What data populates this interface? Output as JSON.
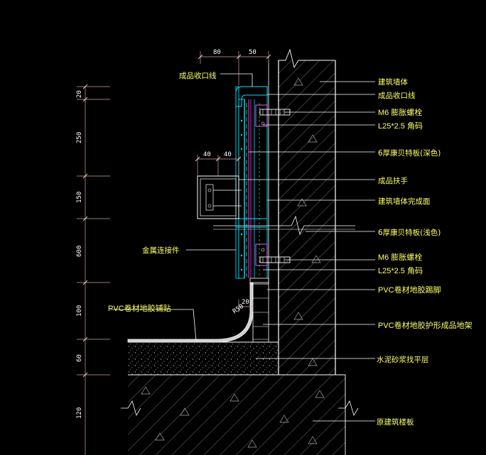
{
  "colors": {
    "background": "#000000",
    "annotation": "#ffff66",
    "dimension": "#ffffff",
    "panel": "#00e0ff",
    "accent": "#ff33ff",
    "hatch": "#aaaaaa",
    "floor": "#d0d0d0"
  },
  "labels": {
    "wall_body": "建筑墙体",
    "finish_trim": "成品收口线",
    "m6_bolt_top": "M6 膨胀螺栓",
    "angle_top": "L25*2.5 角码",
    "board_dark": "6厚康贝特板(深色)",
    "handrail": "成品扶手",
    "wall_finish": "建筑墙体完成面",
    "board_light": "6厚康贝特板(浅色)",
    "m6_bolt_bottom": "M6 膨胀螺栓",
    "angle_bottom": "L25*2.5 角码",
    "pvc_skirting": "PVC卷材地胶踢脚",
    "pvc_corner": "PVC卷材地胶护形成品地架",
    "screed": "水泥砂浆找平层",
    "slab": "原建筑楼板",
    "trim_left": "成品收口线",
    "metal_connector": "金属连接件",
    "pvc_floor": "PVC卷材地胶铺贴",
    "radius": "R50"
  },
  "dims": {
    "top": [
      "80",
      "50"
    ],
    "handrail": [
      "40",
      "40"
    ],
    "gap": "20",
    "left": [
      "20",
      "250",
      "150",
      "600",
      "100",
      "60",
      "120"
    ]
  }
}
